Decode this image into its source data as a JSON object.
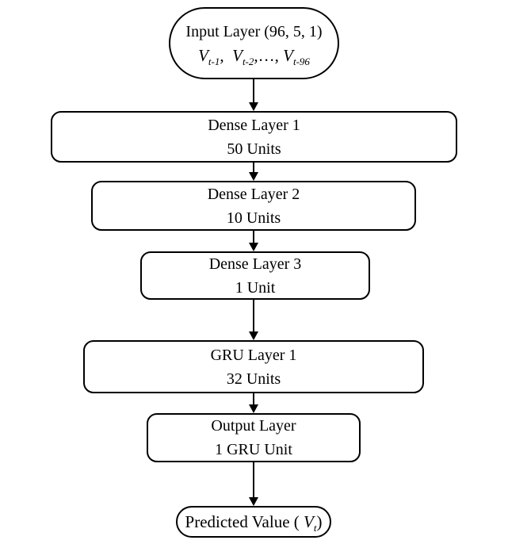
{
  "page": {
    "background": "#ffffff",
    "ink": "#000000"
  },
  "diagram": {
    "kind": "flowchart",
    "description": "GRU neural network architecture",
    "nodes": {
      "input": {
        "shape": "terminator",
        "line1": "Input Layer (96, 5, 1)",
        "line2_segments": [
          {
            "t": "V",
            "s": "var"
          },
          {
            "t": "t-1",
            "s": "sub"
          },
          {
            "t": ",  ",
            "s": "plain"
          },
          {
            "t": "V",
            "s": "var"
          },
          {
            "t": "t-2",
            "s": "sub"
          },
          {
            "t": ",…, ",
            "s": "plain"
          },
          {
            "t": "V",
            "s": "var"
          },
          {
            "t": "t-96",
            "s": "sub"
          }
        ]
      },
      "dense1": {
        "shape": "process",
        "line1": "Dense Layer 1",
        "line2": "50 Units"
      },
      "dense2": {
        "shape": "process",
        "line1": "Dense Layer 2",
        "line2": "10 Units"
      },
      "dense3": {
        "shape": "process",
        "line1": "Dense Layer 3",
        "line2": "1 Unit"
      },
      "gru1": {
        "shape": "process",
        "line1": "GRU Layer 1",
        "line2": "32 Units"
      },
      "output": {
        "shape": "process",
        "line1": "Output Layer",
        "line2": "1 GRU Unit"
      },
      "predicted": {
        "shape": "terminator",
        "line1_segments": [
          {
            "t": "Predicted Value ( ",
            "s": "plain"
          },
          {
            "t": "V",
            "s": "var"
          },
          {
            "t": "t",
            "s": "sub"
          },
          {
            "t": ")",
            "s": "plain"
          }
        ]
      }
    },
    "edges": [
      {
        "from": "input",
        "to": "dense1"
      },
      {
        "from": "dense1",
        "to": "dense2"
      },
      {
        "from": "dense2",
        "to": "dense3"
      },
      {
        "from": "dense3",
        "to": "gru1"
      },
      {
        "from": "gru1",
        "to": "output"
      },
      {
        "from": "output",
        "to": "predicted"
      }
    ]
  }
}
